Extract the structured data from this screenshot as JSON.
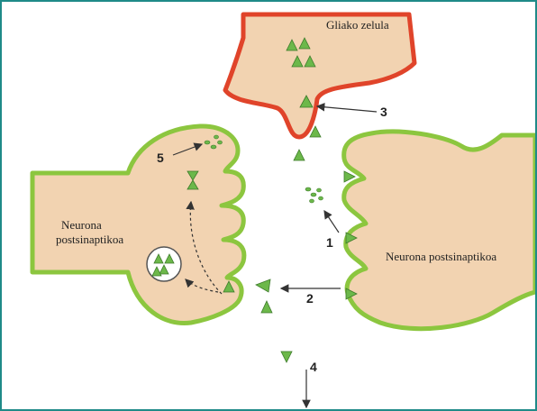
{
  "labels": {
    "glial_cell": "Gliako zelula",
    "left_neuron_line1": "Neurona",
    "left_neuron_line2": "postsinaptikoa",
    "right_neuron": "Neurona postsinaptikoa"
  },
  "steps": [
    "1",
    "2",
    "3",
    "4",
    "5"
  ],
  "colors": {
    "frame": "#1f8a88",
    "cell_fill": "#f2d3b1",
    "neuron_membrane": "#8cc63f",
    "glial_membrane": "#e0442a",
    "transmitter": "#6cb84a"
  }
}
